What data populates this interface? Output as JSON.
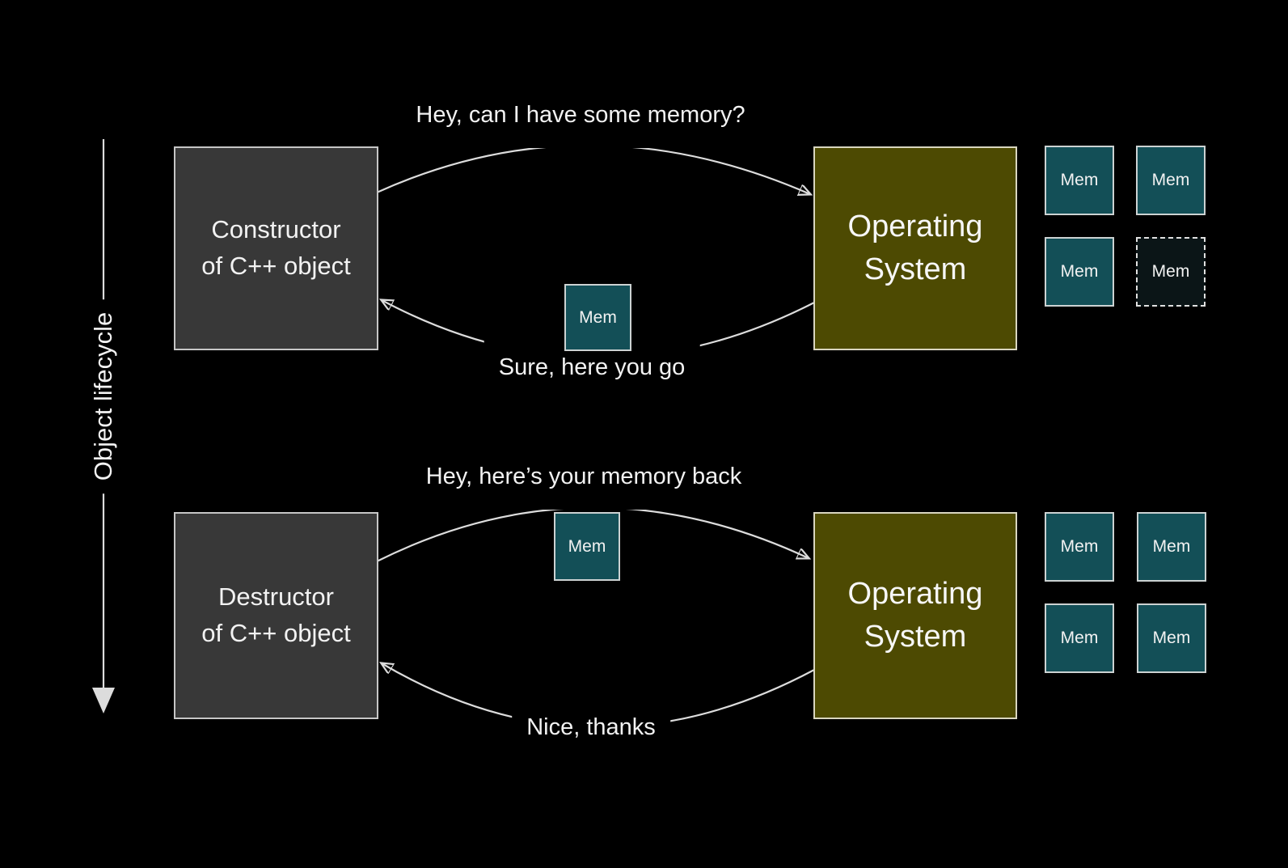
{
  "axis": {
    "label": "Object lifecycle"
  },
  "labels": {
    "mem": "Mem"
  },
  "top": {
    "actor_line1": "Constructor",
    "actor_line2": "of C++ object",
    "os_line1": "Operating",
    "os_line2": "System",
    "request": "Hey, can I have some memory?",
    "response": "Sure, here you go"
  },
  "bottom": {
    "actor_line1": "Destructor",
    "actor_line2": "of C++ object",
    "os_line1": "Operating",
    "os_line2": "System",
    "request": "Hey, here’s your memory back",
    "response": "Nice, thanks"
  },
  "colors": {
    "background": "#000000",
    "actor_box_fill": "#383838",
    "actor_box_border": "#c6c6c6",
    "os_box_fill": "#4d4a02",
    "os_box_border": "#d9d6c0",
    "mem_box_fill": "#134f57",
    "mem_box_border": "#ccd2d2",
    "mem_empty_fill": "#0b1517",
    "arrow": "#dcdcdc",
    "text": "#f5f5f5"
  }
}
